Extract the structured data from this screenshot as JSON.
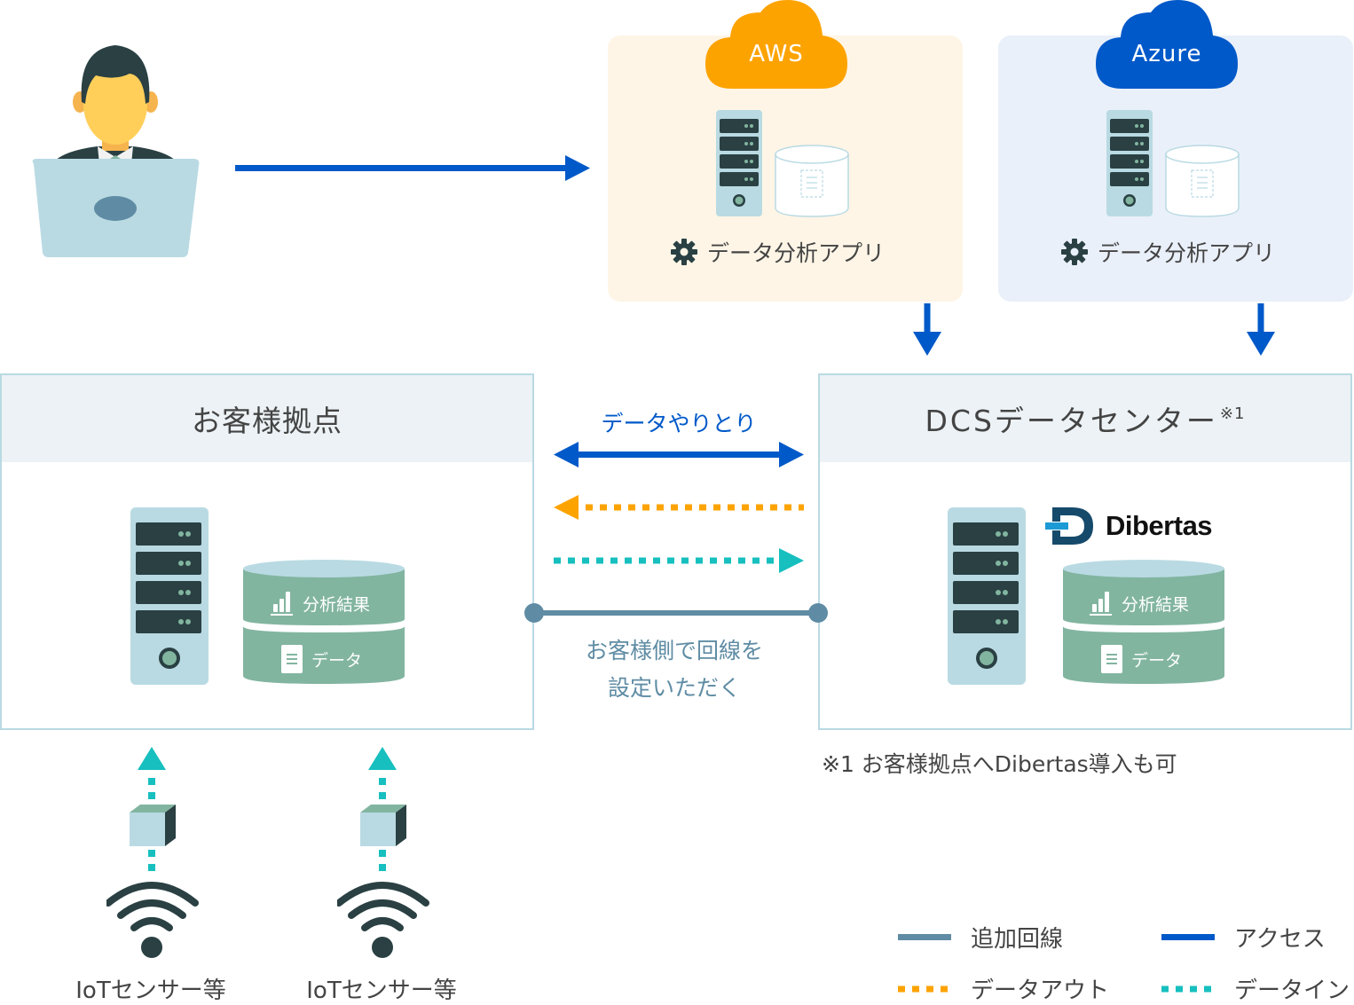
{
  "clouds": [
    {
      "name": "AWS",
      "app_label": "データ分析アプリ",
      "color": "#fda300",
      "box_color": "#fef5e6"
    },
    {
      "name": "Azure",
      "app_label": "データ分析アプリ",
      "color": "#0059c9",
      "box_color": "#eaf0f9"
    }
  ],
  "customer_site": {
    "title": "お客様拠点",
    "db_layers": [
      "分析結果",
      "データ"
    ]
  },
  "data_center": {
    "title": "DCSデータセンター",
    "title_note": "※1",
    "logo_text": "Dibertas",
    "db_layers": [
      "分析結果",
      "データ"
    ]
  },
  "connections": {
    "exchange_label": "データやりとり",
    "line_note_1": "お客様側で回線を",
    "line_note_2": "設定いただく"
  },
  "footnote": "※1 お客様拠点へDibertas導入も可",
  "iot_devices": [
    {
      "label": "IoTセンサー等"
    },
    {
      "label": "IoTセンサー等"
    }
  ],
  "legend": [
    {
      "label": "追加回線",
      "style": "solid",
      "color": "#5f8ca4"
    },
    {
      "label": "アクセス",
      "style": "solid",
      "color": "#0059c9"
    },
    {
      "label": "データアウト",
      "style": "dotted",
      "color": "#fda300"
    },
    {
      "label": "データイン",
      "style": "dotted",
      "color": "#17bfbf"
    }
  ],
  "colors": {
    "access": "#0059c9",
    "data_out": "#fda300",
    "data_in": "#17bfbf",
    "line": "#5f8ca4",
    "panel_border": "#b9dae3",
    "dark": "#2a4043",
    "db_green": "#82b5a0"
  }
}
